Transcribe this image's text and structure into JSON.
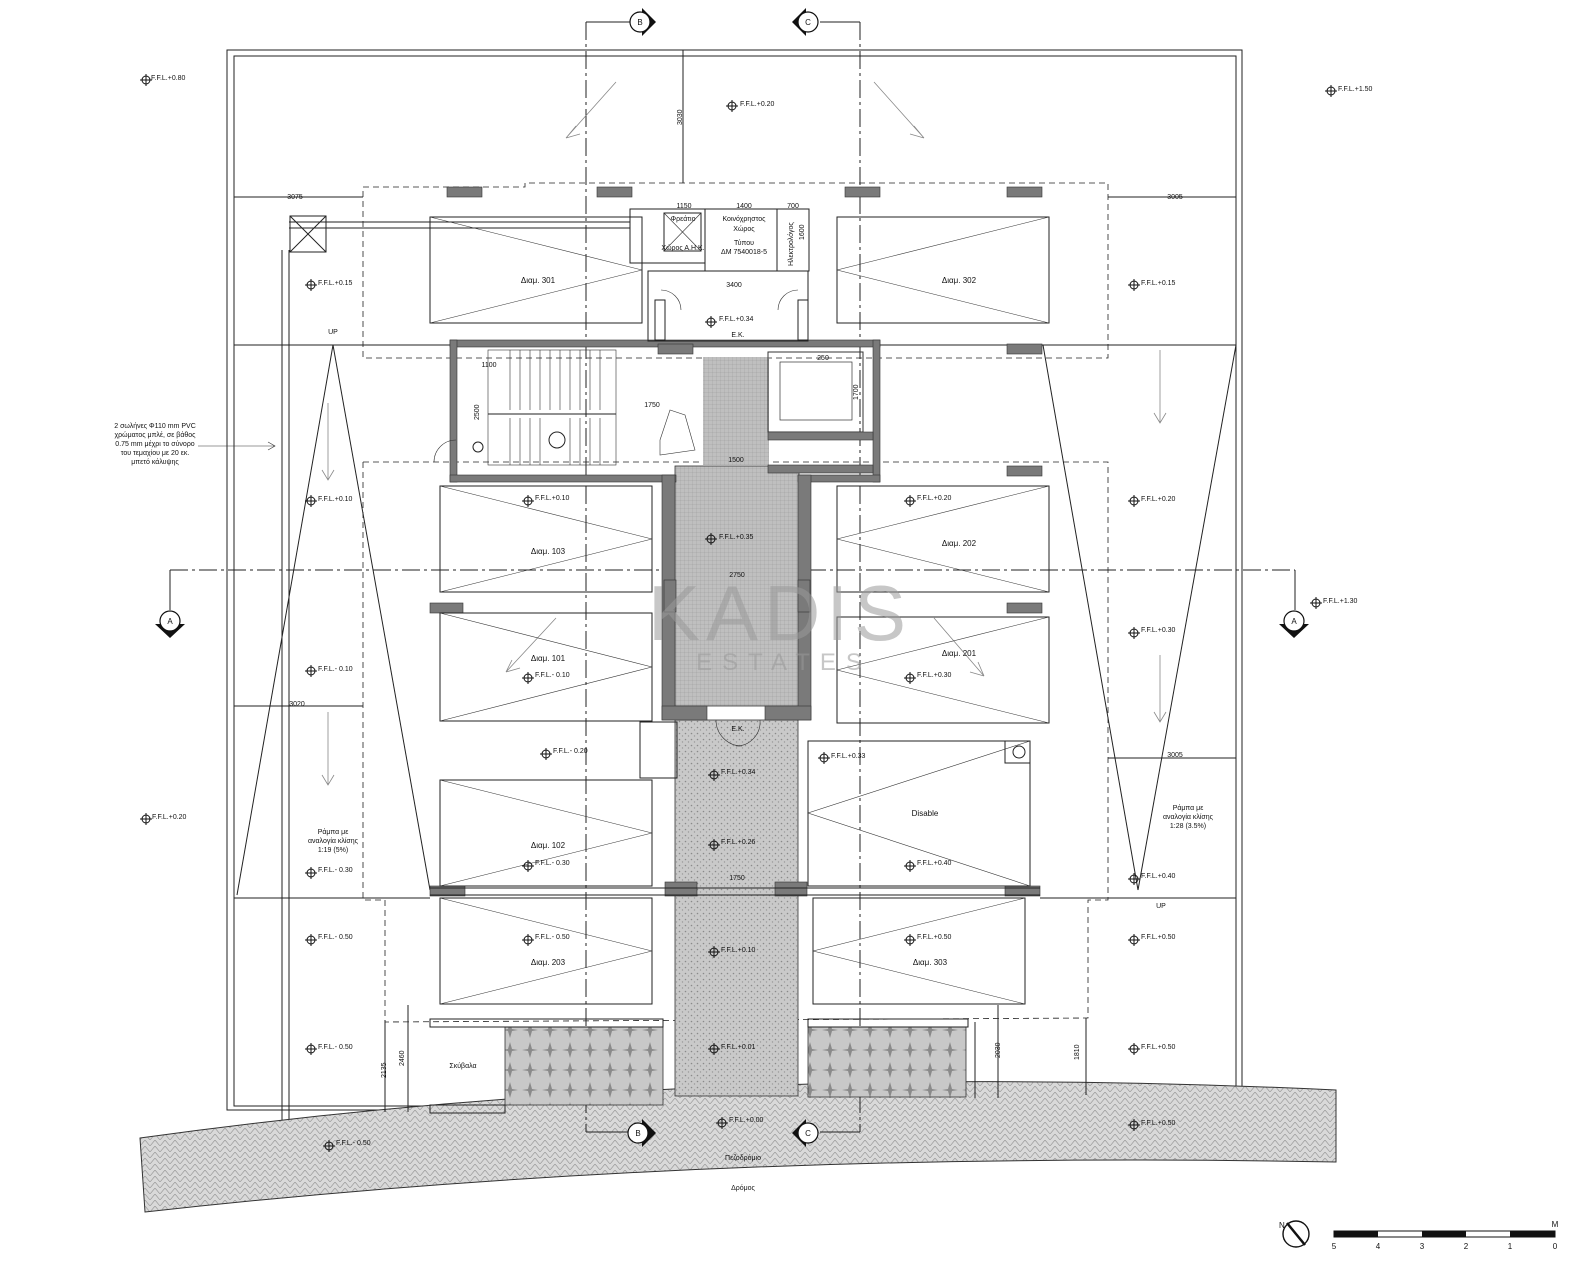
{
  "watermark": {
    "line1": "KADIS",
    "line2": "ESTATES"
  },
  "section_markers": {
    "b": "B",
    "c": "C",
    "a": "A"
  },
  "levels": {
    "ffl_080": "F.F.L.+0.80",
    "ffl_020_top": "F.F.L.+0.20",
    "ffl_150": "F.F.L.+1.50",
    "ffl_015_left": "F.F.L.+0.15",
    "ffl_015_right": "F.F.L.+0.15",
    "ffl_034_top": "F.F.L.+0.34",
    "ffl_010_left": "F.F.L.+0.10",
    "ffl_010_mid": "F.F.L.+0.10",
    "ffl_020_right": "F.F.L.+0.20",
    "ffl_020_spot202": "F.F.L.+0.20",
    "ffl_035": "F.F.L.+0.35",
    "ffl_130": "F.F.L.+1.30",
    "ffl_030_right": "F.F.L.+0.30",
    "ffl_030_spot201": "F.F.L.+0.30",
    "ffl_m010_left": "F.F.L.- 0.10",
    "ffl_m010_spot101": "F.F.L.- 0.10",
    "ffl_m020": "F.F.L.- 0.20",
    "ffl_033": "F.F.L.+0.33",
    "ffl_034_mid": "F.F.L.+0.34",
    "ffl_020_leftlow": "F.F.L.+0.20",
    "ffl_026": "F.F.L.+0.26",
    "ffl_m030_left": "F.F.L.- 0.30",
    "ffl_m030_spot102": "F.F.L.- 0.30",
    "ffl_040_spot": "F.F.L.+0.40",
    "ffl_040_right": "F.F.L.+0.40",
    "ffl_m050_left": "F.F.L.- 0.50",
    "ffl_m050_spot203": "F.F.L.- 0.50",
    "ffl_016": "F.F.L.+0.10",
    "ffl_050_spot303": "F.F.L.+0.50",
    "ffl_050_right": "F.F.L.+0.50",
    "ffl_m050_lower": "F.F.L.- 0.50",
    "ffl_001": "F.F.L.+0.01",
    "ffl_050_lower": "F.F.L.+0.50",
    "ffl_000": "F.F.L.+0.00",
    "ffl_050_road": "F.F.L.+0.50",
    "ffl_m050_road": "F.F.L.- 0.50"
  },
  "dimensions": {
    "d3030": "3030",
    "d3075": "3075",
    "d3005_top": "3005",
    "d1150": "1150",
    "d1400": "1400",
    "d700": "700",
    "d1600": "1600",
    "d3400": "3400",
    "d1100": "1100",
    "d2500": "2500",
    "d1750_stair": "1750",
    "d250": "250",
    "d1700": "1700",
    "d1500": "1500",
    "d2750": "2750",
    "d3020": "3020",
    "d3005_mid": "3005",
    "d1750_low": "1750",
    "d2135": "2135",
    "d2460": "2460",
    "d2030": "2030",
    "d1810": "1810"
  },
  "rooms": {
    "freatio": "Φρεάτιο",
    "ahk": "Χώρος Α.Η.Κ.",
    "common_line1": "Κοινόχρηστος",
    "common_line2": "Χώρος",
    "common_line3": "Τύπου",
    "common_line4": "ΔΜ 7540018-5",
    "electric": "Ηλεκτρολόγος",
    "ek_top": "Ε.Κ.",
    "ek_bottom": "Ε.Κ.",
    "skyvala": "Σκύβαλα",
    "pezodromio": "Πεζοδρόμιο",
    "dromos": "Δρόμος"
  },
  "parking": {
    "p301": "Διαμ. 301",
    "p302": "Διαμ. 302",
    "p103": "Διαμ. 103",
    "p202": "Διαμ. 202",
    "p101": "Διαμ. 101",
    "p201": "Διαμ. 201",
    "p102": "Διαμ. 102",
    "disable": "Disable",
    "p203": "Διαμ. 203",
    "p303": "Διαμ. 303"
  },
  "notes": {
    "pipes": [
      "2 σωλήνες Φ110 mm PVC",
      "χρώματος μπλέ, σε βάθος",
      "0.75 mm μέχρι το σύνορο",
      "του τεμαχίου με 20 εκ.",
      "μπετό κάλυψης"
    ],
    "ramp_left": [
      "Ράμπα με",
      "αναλογία κλίσης",
      "1:19 (5%)"
    ],
    "ramp_right": [
      "Ράμπα με",
      "αναλογία κλίσης",
      "1:28 (3.5%)"
    ],
    "up_left": "UP",
    "up_right": "UP"
  },
  "north_label": "N",
  "scale_bar": {
    "ticks": [
      "5",
      "4",
      "3",
      "2",
      "1",
      "0"
    ],
    "unit": "M"
  }
}
